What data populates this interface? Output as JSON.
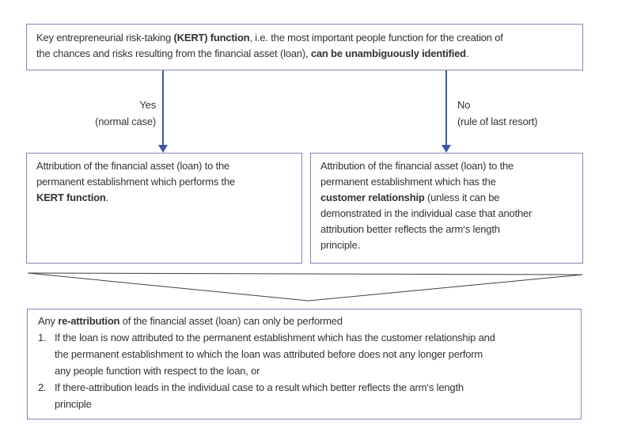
{
  "colors": {
    "background": "#ffffff",
    "box_border": "#7f88b7",
    "arrow": "#3e57a8",
    "funnel_line": "#404040",
    "text": "#333333"
  },
  "top_box": {
    "segments": [
      {
        "text": "Key entrepreneurial risk-taking ",
        "bold": false
      },
      {
        "text": "(KERT) function",
        "bold": true
      },
      {
        "text": ", i.e. the most important people function for the creation of\nthe chances and risks resulting from the financial asset (loan), ",
        "bold": false
      },
      {
        "text": "can be unambiguously identified",
        "bold": true
      },
      {
        "text": ".",
        "bold": false
      }
    ]
  },
  "branches": {
    "yes": {
      "label": "Yes",
      "sublabel": "(normal case)"
    },
    "no": {
      "label": "No",
      "sublabel": "(rule of last resort)"
    }
  },
  "left_box": {
    "segments": [
      {
        "text": "Attribution of the financial asset (loan) to the\npermanent establishment which performs the\n",
        "bold": false
      },
      {
        "text": "KERT function",
        "bold": true
      },
      {
        "text": ".",
        "bold": false
      }
    ]
  },
  "right_box": {
    "segments": [
      {
        "text": "Attribution of the financial asset (loan) to the\npermanent establishment which has the\n",
        "bold": false
      },
      {
        "text": "customer relationship",
        "bold": true
      },
      {
        "text": " (unless it can be\ndemonstrated in the individual case that another\nattribution better reflects the arm‘s length\nprinciple.",
        "bold": false
      }
    ]
  },
  "bottom_box": {
    "intro_segments": [
      {
        "text": "Any ",
        "bold": false
      },
      {
        "text": "re-attribution",
        "bold": true
      },
      {
        "text": " of the financial asset (loan) can only be performed",
        "bold": false
      }
    ],
    "items": [
      {
        "number": "1.",
        "text": "If the loan is now attributed to the permanent establishment which has the customer relationship and\nthe permanent establishment to which the loan was attributed before does not any longer perform\nany people function with respect to the loan, or"
      },
      {
        "number": "2.",
        "text": "If there-attribution leads in the individual case to a result which better reflects the arm‘s length\nprinciple"
      }
    ]
  }
}
